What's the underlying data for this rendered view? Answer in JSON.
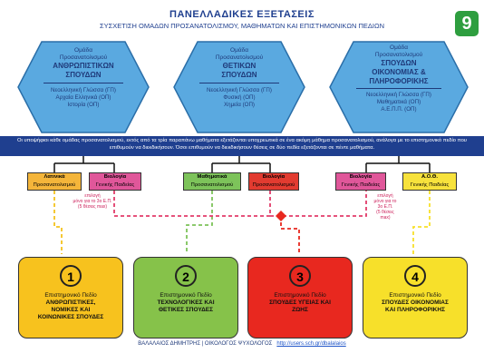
{
  "header": {
    "title": "ΠΑΝΕΛΛΑΔΙΚΕΣ ΕΞΕΤΑΣΕΙΣ",
    "subtitle": "ΣΥΣΧΕΤΙΣΗ ΟΜΑΔΩΝ ΠΡΟΣΑΝΑΤΟΛΙΣΜΟΥ, ΜΑΘΗΜΑΤΩΝ ΚΑΙ ΕΠΙΣΤΗΜΟΝΙΚΩΝ ΠΕΔΙΩΝ",
    "badge": "9"
  },
  "groups": [
    {
      "label1": "Ομάδα",
      "label2": "Προσανατολισμού",
      "name_lines": [
        "ΑΝΘΡΩΠΙΣΤΙΚΩΝ",
        "ΣΠΟΥΔΩΝ"
      ],
      "subjects": [
        "Νεοελληνική Γλώσσα (ΓΠ)",
        "Αρχαία Ελληνικά (ΟΠ)",
        "Ιστορία (ΟΠ)"
      ],
      "color": "#5aa9e0"
    },
    {
      "label1": "Ομάδα",
      "label2": "Προσανατολισμού",
      "name_lines": [
        "ΘΕΤΙΚΩΝ",
        "ΣΠΟΥΔΩΝ"
      ],
      "subjects": [
        "Νεοελληνική Γλώσσα (ΓΠ)",
        "Φυσική (ΟΠ)",
        "Χημεία (ΟΠ)"
      ],
      "color": "#5aa9e0"
    },
    {
      "label1": "Ομάδα",
      "label2": "Προσανατολισμού",
      "name_lines": [
        "ΣΠΟΥΔΩΝ",
        "ΟΙΚΟΝΟΜΙΑΣ &",
        "ΠΛΗΡΟΦΟΡΙΚΗΣ"
      ],
      "subjects": [
        "Νεοελληνική Γλώσσα (ΓΠ)",
        "Μαθηματικά (ΟΠ)",
        "Α.Ε.Π.Π. (ΟΠ)"
      ],
      "color": "#5aa9e0"
    }
  ],
  "band": {
    "text": "Οι υποψήφιοι κάθε ομάδας προσανατολισμού, εκτός από τα τρία παραπάνω μαθήματα εξετάζονται υποχρεωτικά σε ένα ακόμη μάθημα προσανατολισμού, ανάλογα με το επιστημονικό πεδίο που επιθυμούν να διεκδικήσουν. Όσοι επιθυμούν να διεκδικήσουν θέσεις σε δύο πεδία εξετάζονται σε πέντε μαθήματα."
  },
  "subjects_row": [
    {
      "label": "Λατινικά",
      "sub": "Προσανατολισμού",
      "color": "#f4b53a"
    },
    {
      "label": "Βιολογία",
      "sub": "Γενικής Παιδείας",
      "color": "#e0579a"
    },
    {
      "label": "Μαθηματικά",
      "sub": "Προσανατολισμού",
      "color": "#7dc35a"
    },
    {
      "label": "Βιολογία",
      "sub": "Προσανατολισμού",
      "color": "#e23b30"
    },
    {
      "label": "Βιολογία",
      "sub": "Γενικής Παιδείας",
      "color": "#e0579a"
    },
    {
      "label": "Α.Ο.Θ.",
      "sub": "Γενικής Παιδείας",
      "color": "#f7e23c"
    }
  ],
  "notes": [
    "επιλογή",
    "μόνο για το 3ο Ε.Π.",
    "(5 θέσεις max)"
  ],
  "fields": [
    {
      "num": "1",
      "lines": [
        "Επιστημονικό Πεδίο",
        "ΑΝΘΡΩΠΙΣΤΙΚΕΣ,",
        "ΝΟΜΙΚΕΣ ΚΑΙ",
        "ΚΟΙΝΩΝΙΚΕΣ ΣΠΟΥΔΕΣ"
      ],
      "color": "#f7c21e"
    },
    {
      "num": "2",
      "lines": [
        "Επιστημονικό Πεδίο",
        "ΤΕΧΝΟΛΟΓΙΚΕΣ ΚΑΙ",
        "ΘΕΤΙΚΕΣ ΣΠΟΥΔΕΣ"
      ],
      "color": "#86c24a"
    },
    {
      "num": "3",
      "lines": [
        "Επιστημονικό Πεδίο",
        "ΣΠΟΥΔΕΣ ΥΓΕΙΑΣ ΚΑΙ",
        "ΖΩΗΣ"
      ],
      "color": "#e8281f"
    },
    {
      "num": "4",
      "lines": [
        "Επιστημονικό Πεδίο",
        "ΣΠΟΥΔΕΣ ΟΙΚΟΝΟΜΙΑΣ",
        "ΚΑΙ ΠΛΗΡΟΦΟΡΙΚΗΣ"
      ],
      "color": "#f7e02a"
    }
  ],
  "footer": {
    "author": "ΒΑΛΑΛΑΙΟΣ ΔΗΜΗΤΡΗΣ | ΟΙΚΟΛΟΓΟΣ ΨΥΧΟΛΟΓΟΣ",
    "link": "http://users.sch.gr/dbalalaios"
  }
}
